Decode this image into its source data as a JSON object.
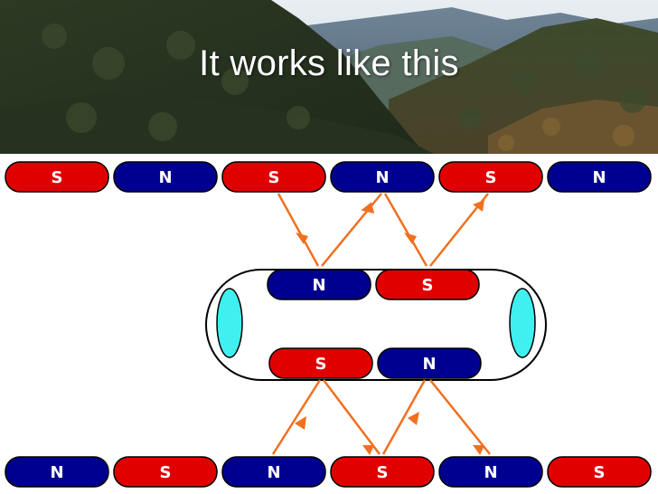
{
  "slide": {
    "title": "It works like this"
  },
  "colors": {
    "south_pole": "#e00000",
    "north_pole": "#000090",
    "arrow": "#f07020",
    "lens": "#40f0f0"
  },
  "diagram": {
    "top_row": [
      "S",
      "N",
      "S",
      "N",
      "S",
      "N"
    ],
    "bottom_row": [
      "N",
      "S",
      "N",
      "S",
      "N",
      "S"
    ],
    "rotor_top": [
      "N",
      "S"
    ],
    "rotor_bottom": [
      "S",
      "N"
    ]
  }
}
